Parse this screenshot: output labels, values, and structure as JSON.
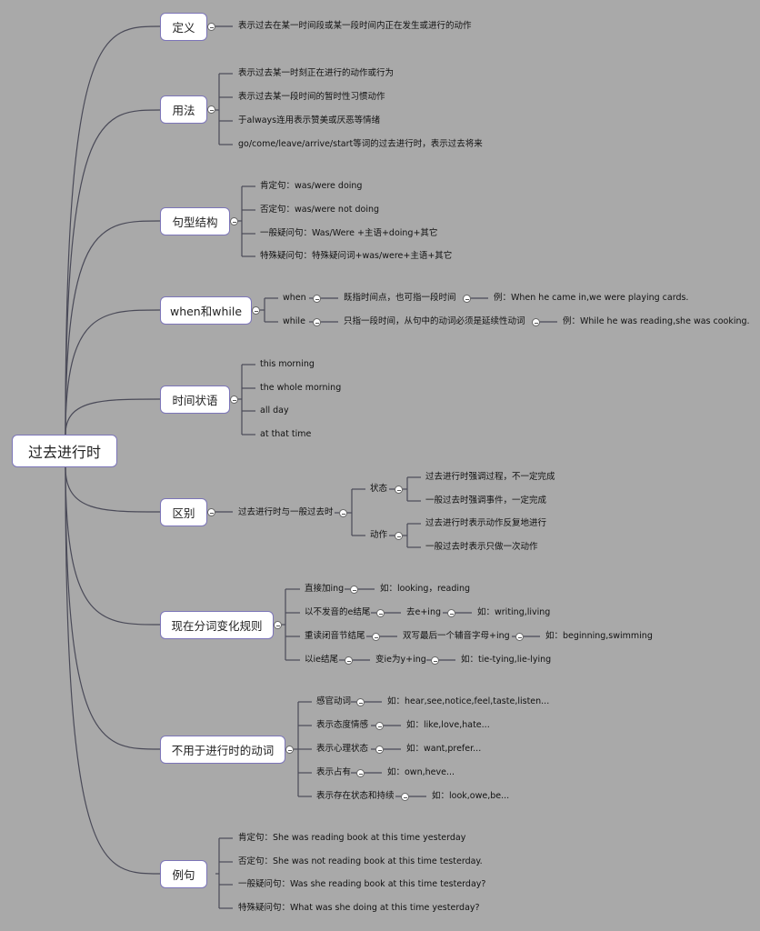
{
  "root": "过去进行时",
  "branches": {
    "def": {
      "label": "定义",
      "items": [
        "表示过去在某一时间段或某一段时间内正在发生或进行的动作"
      ]
    },
    "usage": {
      "label": "用法",
      "items": [
        "表示过去某一时刻正在进行的动作或行为",
        "表示过去某一段时间的暂时性习惯动作",
        "于always连用表示赞美或厌恶等情绪",
        "go/come/leave/arrive/start等词的过去进行时，表示过去将来"
      ]
    },
    "struct": {
      "label": "句型结构",
      "items": [
        "肯定句：was/were doing",
        "否定句：was/were not doing",
        "一般疑问句：Was/Were +主语+doing+其它",
        "特殊疑问句：特殊疑问词+was/were+主语+其它"
      ]
    },
    "ww": {
      "label": "when和while",
      "when": [
        "when",
        "既指时间点，也可指一段时间",
        "例：When he came in,we were playing cards."
      ],
      "while": [
        "while",
        "只指一段时间，从句中的动词必须是延续性动词",
        "例：While he was reading,she was cooking."
      ]
    },
    "time": {
      "label": "时间状语",
      "items": [
        "this morning",
        "the whole morning",
        "all day",
        "at that time"
      ]
    },
    "diff": {
      "label": "区别",
      "sub": "过去进行时与一般过去时",
      "state": {
        "label": "状态",
        "items": [
          "过去进行时强调过程，不一定完成",
          "一般过去时强调事件，一定完成"
        ]
      },
      "action": {
        "label": "动作",
        "items": [
          "过去进行时表示动作反复地进行",
          "一般过去时表示只做一次动作"
        ]
      }
    },
    "part": {
      "label": "现在分词变化规则",
      "r1": [
        "直接加ing",
        "如：looking，reading"
      ],
      "r2": [
        "以不发音的e结尾",
        "去e+ing",
        "如：writing,living"
      ],
      "r3": [
        "重读闭音节结尾",
        "双写最后一个辅音字母+ing",
        "如：beginning,swimming"
      ],
      "r4": [
        "以ie结尾",
        "变ie为y+ing",
        "如：tie-tying,lie-lying"
      ]
    },
    "nouse": {
      "label": "不用于进行时的动词",
      "r1": [
        "感官动词",
        "如：hear,see,notice,feel,taste,listen..."
      ],
      "r2": [
        "表示态度情感",
        "如：like,love,hate..."
      ],
      "r3": [
        "表示心理状态",
        "如：want,prefer..."
      ],
      "r4": [
        "表示占有",
        "如：own,heve..."
      ],
      "r5": [
        "表示存在状态和持续",
        "如：look,owe,be..."
      ]
    },
    "ex": {
      "label": "例句",
      "items": [
        "肯定句：She was reading book at this time yesterday",
        "否定句：She was not reading book at this time testerday.",
        "一般疑问句：Was she reading book at this time testerday?",
        "特殊疑问句：What was she doing at this time yesterday?"
      ]
    }
  },
  "colors": {
    "background": "#a9a9a9",
    "line": "#4a4a58",
    "node_border": "#7c75b8"
  }
}
